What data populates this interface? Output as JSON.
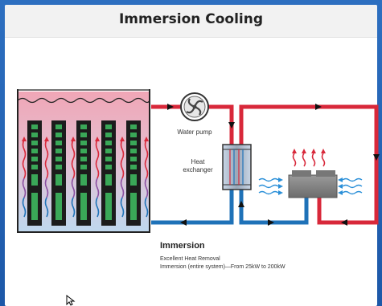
{
  "window": {
    "title": "Immersion Cooling"
  },
  "diagram": {
    "pump_label": "Water pump",
    "exchanger_label": [
      "Heat",
      "exchanger"
    ],
    "colors": {
      "hot": "#d8283a",
      "cold": "#1f72b8",
      "tank_top": "#f0a6b6",
      "tank_bottom": "#bfd8ee",
      "server": "#1c1c1c",
      "slot": "#3aa858"
    }
  },
  "caption": {
    "title": "Immersion",
    "lines": [
      "Excellent Heat Removal",
      "Immersion (entire system)—From 25kW to 200kW"
    ]
  }
}
